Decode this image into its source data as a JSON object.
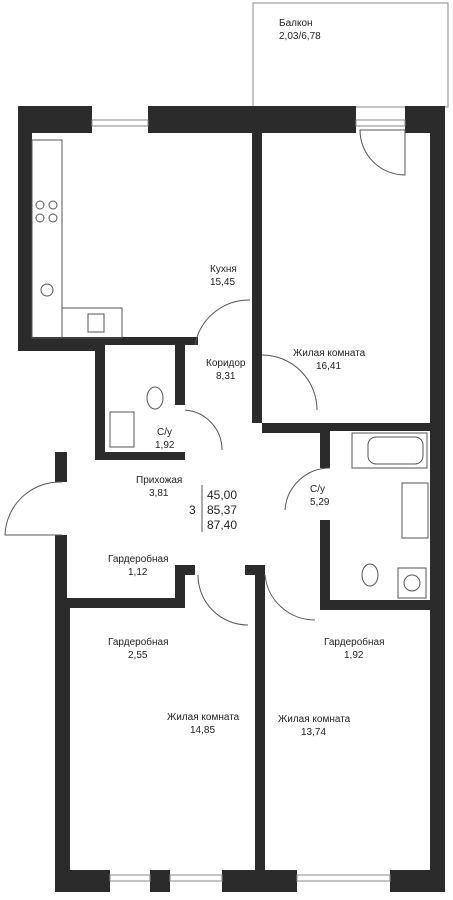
{
  "rooms": [
    {
      "id": "balcony",
      "name": "Балкон",
      "area": "2,03/6,78"
    },
    {
      "id": "kitchen",
      "name": "Кухня",
      "area": "15,45"
    },
    {
      "id": "corridor",
      "name": "Коридор",
      "area": "8,31"
    },
    {
      "id": "living1",
      "name": "Жилая комната",
      "area": "16,41"
    },
    {
      "id": "bath1",
      "name": "С/у",
      "area": "1,92"
    },
    {
      "id": "hall",
      "name": "Прихожая",
      "area": "3,81"
    },
    {
      "id": "bath2",
      "name": "С/у",
      "area": "5,29"
    },
    {
      "id": "wardrobe1",
      "name": "Гардеробная",
      "area": "1,12"
    },
    {
      "id": "wardrobe2",
      "name": "Гардеробная",
      "area": "2,55"
    },
    {
      "id": "wardrobe3",
      "name": "Гардеробная",
      "area": "1,92"
    },
    {
      "id": "living2",
      "name": "Жилая комната",
      "area": "14,85"
    },
    {
      "id": "living3",
      "name": "Жилая комната",
      "area": "13,74"
    }
  ],
  "summary": {
    "rooms_count": "3",
    "area_living": "45,00",
    "area_total": "85,37",
    "area_with_balcony": "87,40"
  },
  "colors": {
    "wall": "#2b2b2b",
    "fixture": "#555555",
    "text": "#222222"
  }
}
